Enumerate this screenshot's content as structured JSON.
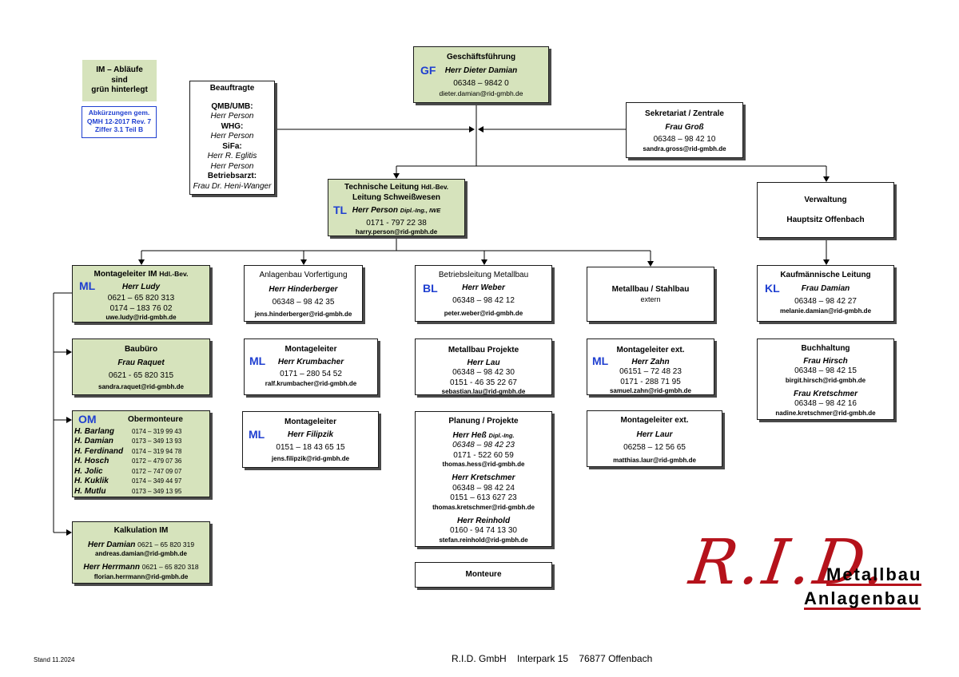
{
  "legend": {
    "title_lines": [
      "IM – Abläufe",
      "sind",
      "grün hinterlegt"
    ],
    "abbr_lines": [
      "Abkürzungen gem.",
      "QMH 12-2017 Rev. 7",
      "Ziffer 3.1 Teil B"
    ]
  },
  "beauftragte": {
    "title": "Beauftragte",
    "lines": [
      {
        "label": "QMB/UMB:",
        "name": "Herr Person"
      },
      {
        "label": "WHG:",
        "name": "Herr Person"
      },
      {
        "label": "SiFa:",
        "name": "Herr R. Eglitis"
      },
      {
        "label": "",
        "name": "Herr Person"
      },
      {
        "label": "Betriebsarzt:",
        "name": "Frau Dr. Heni-Wanger"
      }
    ]
  },
  "gf": {
    "abbr": "GF",
    "title": "Geschäftsführung",
    "name": "Herr Dieter Damian",
    "phone": "06348 – 9842 0",
    "email": "dieter.damian@rid-gmbh.de"
  },
  "sekretariat": {
    "title": "Sekretariat / Zentrale",
    "name": "Frau Groß",
    "phone": "06348 – 98 42 10",
    "email": "sandra.gross@rid-gmbh.de"
  },
  "tl": {
    "abbr": "TL",
    "title1": "Technische Leitung",
    "title1_small": "Hdl.-Bev.",
    "title2": "Leitung Schweißwesen",
    "name": "Herr Person",
    "name_suffix": "Dipl.-Ing., IWE",
    "phone": "0171 - 797 22 38",
    "email": "harry.person@rid-gmbh.de"
  },
  "verwaltung": {
    "title": "Verwaltung",
    "sub": "Hauptsitz Offenbach"
  },
  "ml_im": {
    "abbr": "ML",
    "title": "Montageleiter IM",
    "title_small": "Hdl.-Bev.",
    "name": "Herr Ludy",
    "phone1": "0621 – 65 820 313",
    "phone2": "0174 – 183 76 02",
    "email": "uwe.ludy@rid-gmbh.de"
  },
  "baubuero": {
    "title": "Baubüro",
    "name": "Frau Raquet",
    "phone": "0621 - 65 820 315",
    "email": "sandra.raquet@rid-gmbh.de"
  },
  "obermonteure": {
    "abbr": "OM",
    "title": "Obermonteure",
    "rows": [
      {
        "name": "H. Barlang",
        "phone": "0174 – 319 99 43"
      },
      {
        "name": "H. Damian",
        "phone": "0173 – 349 13 93"
      },
      {
        "name": "H. Ferdinand",
        "phone": "0174 – 319 94 78"
      },
      {
        "name": "H. Hosch",
        "phone": "0172 – 479 07 36"
      },
      {
        "name": "H. Jolic",
        "phone": "0172 – 747 09 07"
      },
      {
        "name": "H. Kuklik",
        "phone": "0174 – 349 44 97"
      },
      {
        "name": "H. Mutlu",
        "phone": "0173 – 349 13 95"
      }
    ]
  },
  "kalkulation": {
    "title": "Kalkulation IM",
    "p1_name": "Herr Damian",
    "p1_phone": "0621 – 65 820 319",
    "p1_email": "andreas.damian@rid-gmbh.de",
    "p2_name": "Herr Herrmann",
    "p2_phone": "0621 – 65 820 318",
    "p2_email": "florian.herrmann@rid-gmbh.de"
  },
  "anlagenbau": {
    "title": "Anlagenbau Vorfertigung",
    "name": "Herr Hinderberger",
    "phone": "06348 – 98 42 35",
    "email": "jens.hinderberger@rid-gmbh.de"
  },
  "ml_krumbacher": {
    "abbr": "ML",
    "title": "Montageleiter",
    "name": "Herr Krumbacher",
    "phone": "0171 – 280 54 52",
    "email": "ralf.krumbacher@rid-gmbh.de"
  },
  "ml_filipzik": {
    "abbr": "ML",
    "title": "Montageleiter",
    "name": "Herr Filipzik",
    "phone": "0151 – 18 43 65 15",
    "email": "jens.filipzik@rid-gmbh.de"
  },
  "bl": {
    "abbr": "BL",
    "title": "Betriebsleitung Metallbau",
    "name": "Herr Weber",
    "phone": "06348 – 98 42 12",
    "email": "peter.weber@rid-gmbh.de"
  },
  "mb_projekte": {
    "title": "Metallbau Projekte",
    "name": "Herr Lau",
    "phone1": "06348 – 98 42 30",
    "phone2": "0151 - 46 35 22 67",
    "email": "sebastian.lau@rid-gmbh.de"
  },
  "planung": {
    "title": "Planung / Projekte",
    "p1_name": "Herr Heß",
    "p1_suffix": "Dipl.-Ing.",
    "p1_phone1": "06348 – 98 42 23",
    "p1_phone2": "0171 - 522 60 59",
    "p1_email": "thomas.hess@rid-gmbh.de",
    "p2_name": "Herr Kretschmer",
    "p2_phone1": "06348 – 98 42 24",
    "p2_phone2": "0151 – 613 627 23",
    "p2_email": "thomas.kretschmer@rid-gmbh.de",
    "p3_name": "Herr Reinhold",
    "p3_phone": "0160 - 94 74 13 30",
    "p3_email": "stefan.reinhold@rid-gmbh.de"
  },
  "monteure": {
    "title": "Monteure"
  },
  "stahlbau": {
    "title": "Metallbau / Stahlbau",
    "sub": "extern"
  },
  "ml_zahn": {
    "abbr": "ML",
    "title": "Montageleiter ext.",
    "name": "Herr Zahn",
    "phone1": "06151 – 72 48 23",
    "phone2": "0171 - 288 71 95",
    "email": "samuel.zahn@rid-gmbh.de"
  },
  "ml_laur": {
    "title": "Montageleiter ext.",
    "name": "Herr Laur",
    "phone": "06258 – 12 56 65",
    "email": "matthias.laur@rid-gmbh.de"
  },
  "kl": {
    "abbr": "KL",
    "title": "Kaufmännische Leitung",
    "name": "Frau Damian",
    "phone": "06348 – 98 42 27",
    "email": "melanie.damian@rid-gmbh.de"
  },
  "buchhaltung": {
    "title": "Buchhaltung",
    "p1_name": "Frau Hirsch",
    "p1_phone": "06348 – 98 42 15",
    "p1_email": "birgit.hirsch@rid-gmbh.de",
    "p2_name": "Frau Kretschmer",
    "p2_phone": "06348 – 98 42 16",
    "p2_email": "nadine.kretschmer@rid-gmbh.de"
  },
  "logo": {
    "mark": "R.I.D.",
    "line1": "Metallbau",
    "line2": "Anlagenbau",
    "mark_color": "#b5121b"
  },
  "footer": {
    "stand": "Stand 11.2024",
    "address": "R.I.D. GmbH    Interpark 15    76877 Offenbach"
  }
}
